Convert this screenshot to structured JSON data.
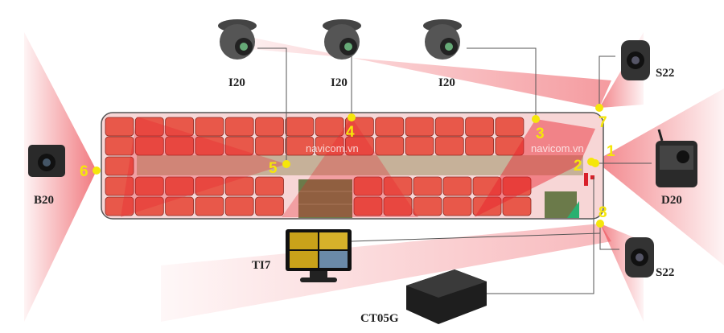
{
  "devices": {
    "dome_1": "I20",
    "dome_2": "I20",
    "dome_3": "I20",
    "side_top": "S22",
    "side_bottom": "S22",
    "dashcam": "D20",
    "rear_camera": "B20",
    "monitor": "TI7",
    "recorder": "CT05G"
  },
  "markers": [
    "1",
    "2",
    "3",
    "4",
    "5",
    "6",
    "7",
    "8"
  ],
  "watermark": "navicom.vn",
  "colors": {
    "coverage": "#e8202a",
    "seat": "#e8584a",
    "marker": "#f5e60a",
    "stairs": "#6b7a4a"
  }
}
